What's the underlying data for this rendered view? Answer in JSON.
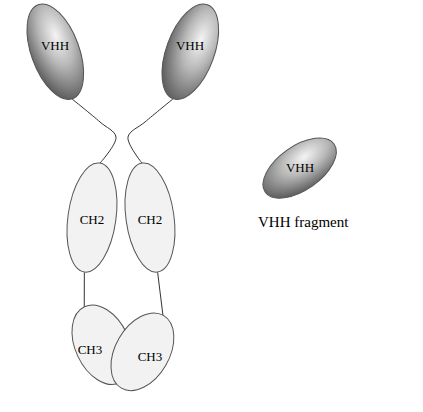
{
  "diagram": {
    "nodes": [
      {
        "text": [
          "VHH"
        ]
      },
      {
        "text": [
          "VHH"
        ]
      },
      {
        "text": [
          "CH2"
        ]
      },
      {
        "text": [
          "CH2"
        ]
      },
      {
        "text": [
          "CH3"
        ]
      },
      {
        "text": [
          "CH3"
        ]
      },
      {
        "text": [
          "VHH"
        ]
      }
    ],
    "edges": [
      {
        "from": 0,
        "to": 2,
        "arrow": "none"
      },
      {
        "from": 1,
        "to": 3,
        "arrow": "none"
      },
      {
        "from": 2,
        "to": 4,
        "arrow": "none"
      },
      {
        "from": 3,
        "to": 5,
        "arrow": "none"
      }
    ],
    "labels": [
      "VHH fragment"
    ]
  }
}
